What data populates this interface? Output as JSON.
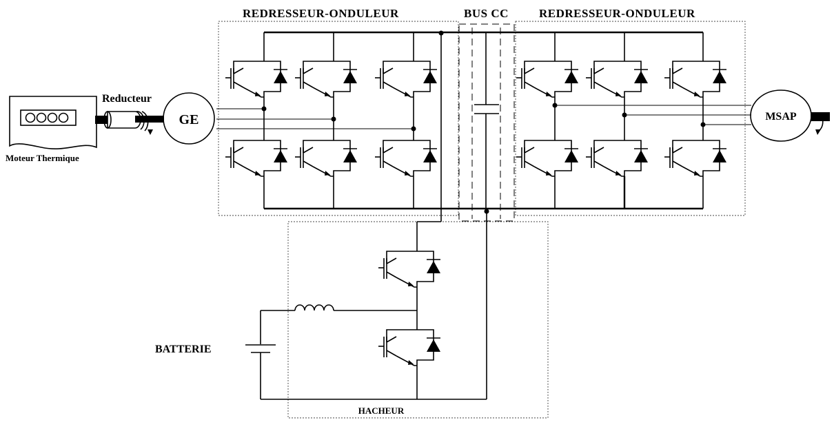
{
  "labels": {
    "rectifier_left": "REDRESSEUR-ONDULEUR",
    "bus": "BUS CC",
    "rectifier_right": "REDRESSEUR-ONDULEUR",
    "reducer": "Reducteur",
    "generator": "GE",
    "engine": "Moteur Thermique",
    "motor": "MSAP",
    "battery": "BATTERIE",
    "chopper": "HACHEUR"
  }
}
